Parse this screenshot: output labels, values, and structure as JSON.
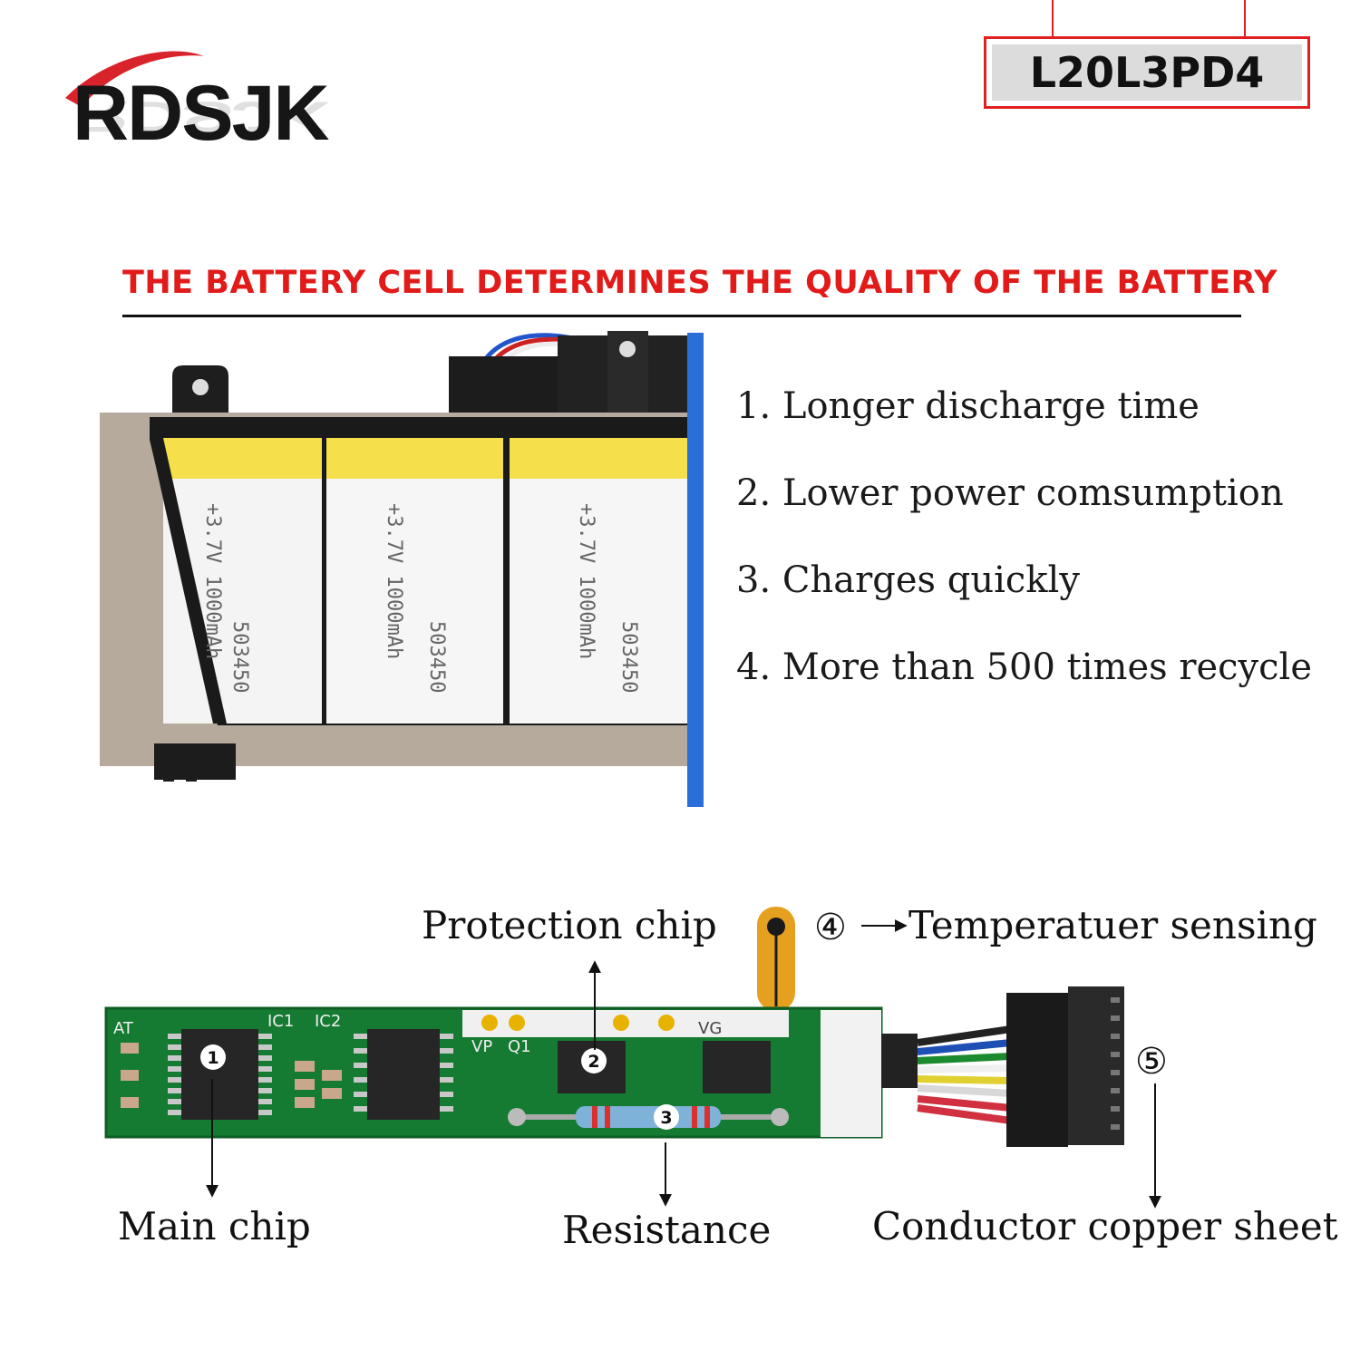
{
  "brand": {
    "logo_text": "RDSJK",
    "accent": "#d9232b"
  },
  "model": {
    "code": "L20L3PD4",
    "border_color": "#e02020"
  },
  "headline": {
    "text": "THE BATTERY CELL DETERMINES THE QUALITY OF THE BATTERY",
    "color": "#e11a1a"
  },
  "features": [
    "1. Longer discharge time",
    "2. Lower power comsumption",
    "3. Charges quickly",
    "4. More than 500 times recycle"
  ],
  "battery_cells": {
    "cell_labels": [
      "+3.7V 1000mAh",
      "+3.7V 1000mAh",
      "+3.7V 1000mAh"
    ],
    "cell_codes": [
      "503450",
      "503450",
      "503450"
    ]
  },
  "board": {
    "silk_labels": [
      "AT",
      "IC1",
      "IC2",
      "VP",
      "Q1",
      "VG"
    ],
    "markers": [
      "1",
      "2",
      "3"
    ]
  },
  "annotations": {
    "protection_chip": "Protection chip",
    "temperature_marker": "④",
    "temperature_sensing": "Temperatuer sensing",
    "main_chip": "Main chip",
    "resistance": "Resistance",
    "conductor_marker": "⑤",
    "conductor_copper_sheet": "Conductor copper sheet"
  }
}
